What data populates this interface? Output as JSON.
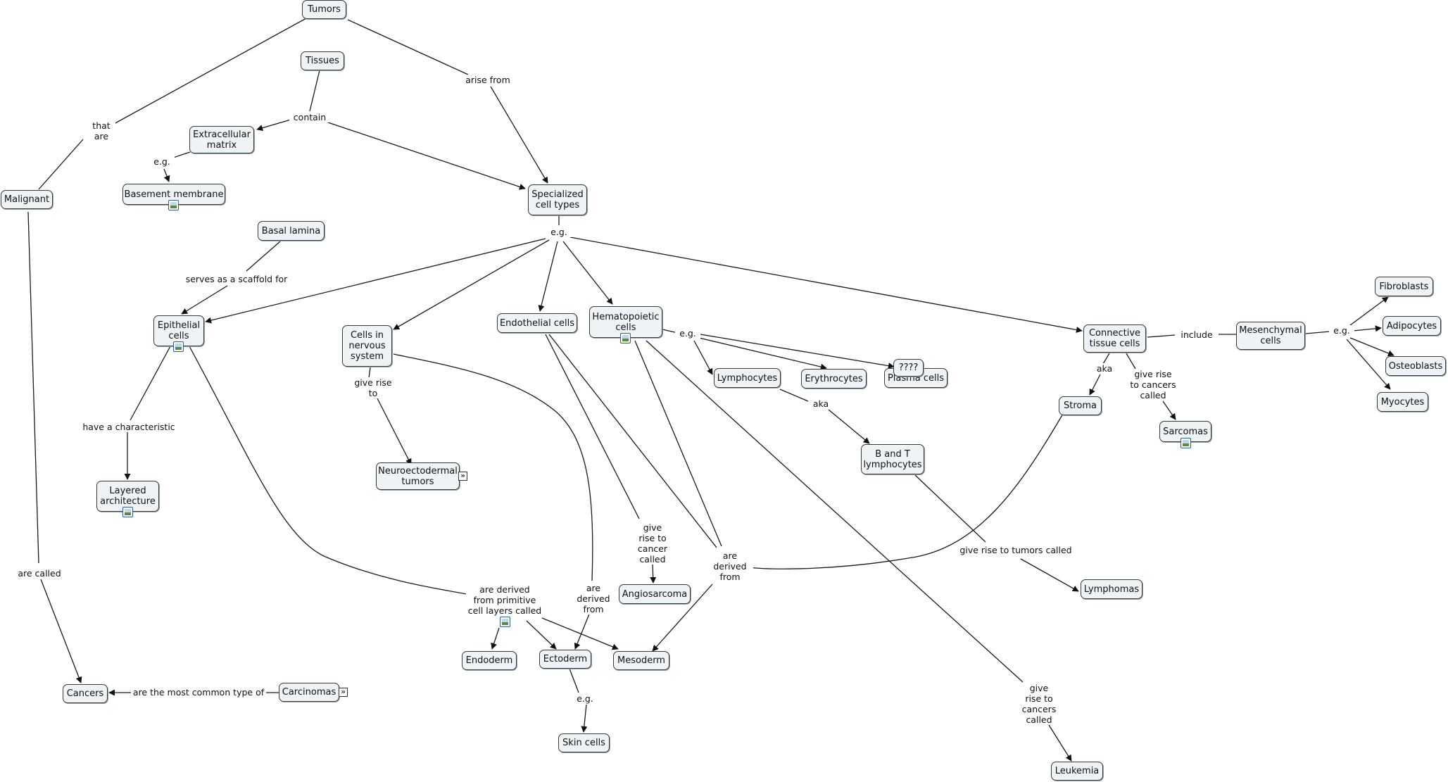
{
  "concepts": {
    "tumors": "Tumors",
    "tissues": "Tissues",
    "extracellular_matrix": "Extracellular\nmatrix",
    "basement_membrane": "Basement membrane",
    "malignant": "Malignant",
    "specialized_cell_types": "Specialized\ncell types",
    "basal_lamina": "Basal lamina",
    "epithelial_cells": "Epithelial\ncells",
    "cells_nervous_system": "Cells in\nnervous\nsystem",
    "endothelial_cells": "Endothelial cells",
    "hematopoietic_cells": "Hematopoietic\ncells",
    "connective_tissue_cells": "Connective\ntissue cells",
    "mesenchymal_cells": "Mesenchymal\ncells",
    "fibroblasts": "Fibroblasts",
    "adipocytes": "Adipocytes",
    "osteoblasts": "Osteoblasts",
    "myocytes": "Myocytes",
    "unknown": "????",
    "lymphocytes": "Lymphocytes",
    "erythrocytes": "Erythrocytes",
    "plasma_cells": "Plasma cells",
    "stroma": "Stroma",
    "sarcomas": "Sarcomas",
    "b_and_t_lymphocytes": "B and T\nlymphocytes",
    "layered_architecture": "Layered\narchitecture",
    "neuroectodermal_tumors": "Neuroectodermal\ntumors",
    "angiosarcoma": "Angiosarcoma",
    "lymphomas": "Lymphomas",
    "endoderm": "Endoderm",
    "ectoderm": "Ectoderm",
    "mesoderm": "Mesoderm",
    "skin_cells": "Skin cells",
    "cancers": "Cancers",
    "carcinomas": "Carcinomas",
    "leukemia": "Leukemia"
  },
  "phrases": {
    "that_are": "that\nare",
    "contain": "contain",
    "arise_from": "arise from",
    "eg_ecm": "e.g.",
    "serves_as_scaffold": "serves as a scaffold for",
    "eg_specialized": "e.g.",
    "eg_hematopoietic": "e.g.",
    "include": "include",
    "eg_mesenchymal": "e.g.",
    "aka_stroma": "aka",
    "give_rise_sarcomas": "give rise\nto cancers\ncalled",
    "aka_lymph": "aka",
    "have_characteristic": "have a characteristic",
    "give_rise_to_nervous": "give rise\nto",
    "give_rise_angio": "give\nrise to\ncancer\ncalled",
    "are_derived_from_center": "are\nderived\nfrom",
    "give_rise_tumors_called": "give rise to tumors called",
    "are_derived_from_nervous": "are\nderived\nfrom",
    "derived_primitive_layers": "are derived\nfrom primitive\ncell layers called",
    "are_called": "are called",
    "most_common_type": "are the most common type of",
    "eg_ectoderm": "e.g.",
    "give_rise_leukemia": "give\nrise to\ncancers\ncalled"
  },
  "icons": {
    "image_attachment": "image-attachment-icon",
    "submap_link": "submap-link-icon"
  },
  "colors": {
    "concept_fill": "#eef3f6",
    "line": "#1a1a1a"
  }
}
